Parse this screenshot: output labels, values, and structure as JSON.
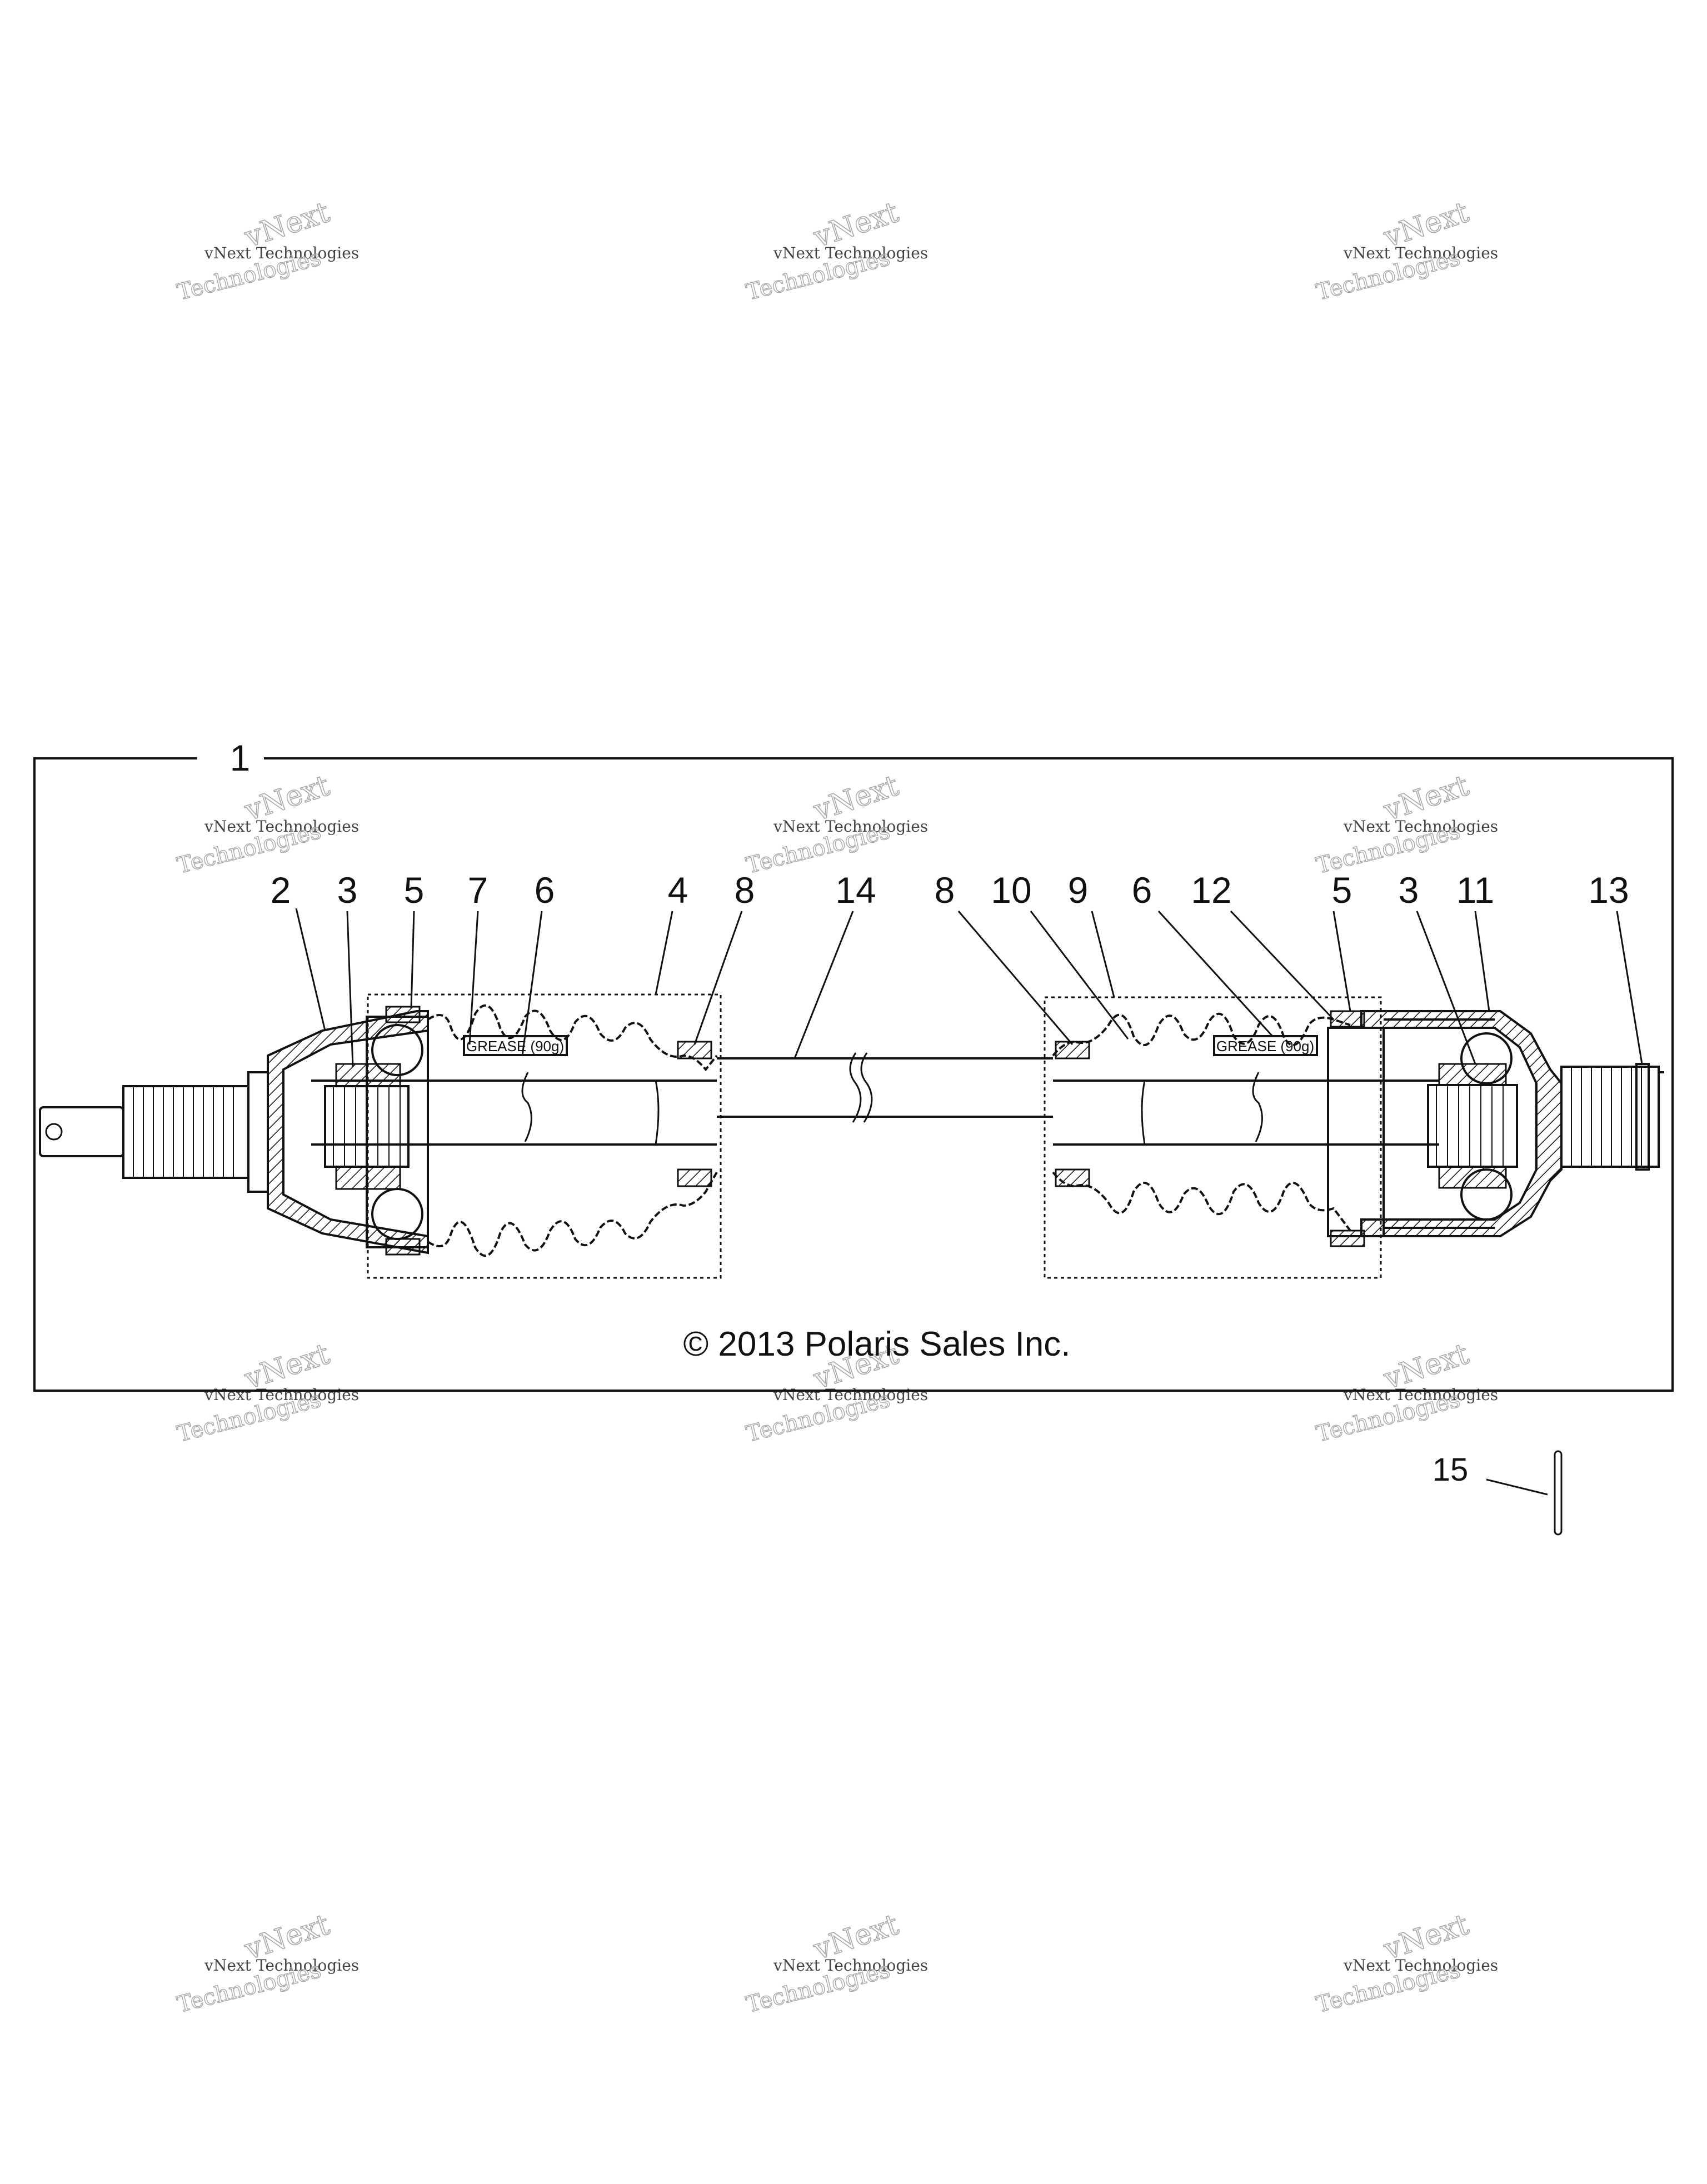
{
  "diagram": {
    "group_label": "1",
    "copyright": "© 2013 Polaris Sales Inc.",
    "grease_label_left": "GREASE (90g)",
    "grease_label_right": "GREASE (90g)",
    "callouts": {
      "c2": "2",
      "c3_left": "3",
      "c5_left": "5",
      "c7": "7",
      "c6_left": "6",
      "c4": "4",
      "c8_left": "8",
      "c14": "14",
      "c8_right": "8",
      "c10": "10",
      "c9": "9",
      "c6_right": "6",
      "c12": "12",
      "c5_right": "5",
      "c3_right": "3",
      "c11": "11",
      "c13": "13",
      "c15": "15"
    }
  },
  "watermark": {
    "line1": "vNext Technologies",
    "line2": "vNext",
    "line3": "Technologies"
  }
}
